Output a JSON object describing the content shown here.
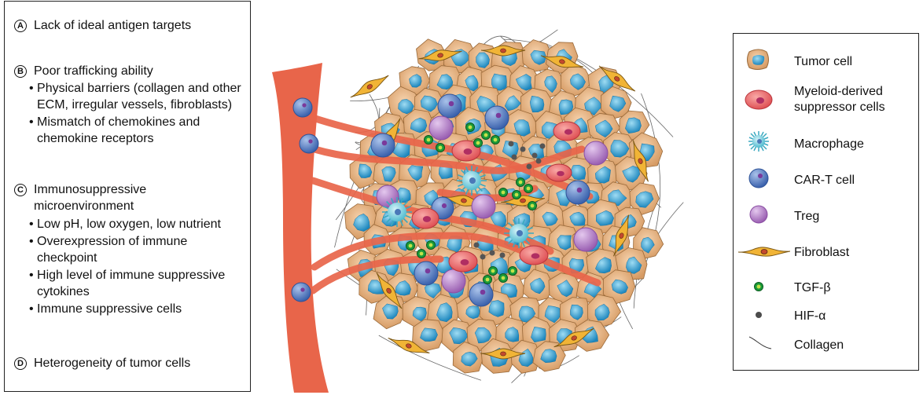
{
  "factors": [
    {
      "letter": "A",
      "title": "Lack of ideal antigen targets",
      "bullets": []
    },
    {
      "letter": "B",
      "title": "Poor trafficking ability",
      "bullets": [
        "• Physical barriers (collagen and other ECM, irregular vessels, fibroblasts)",
        "• Mismatch of chemokines and chemokine receptors"
      ]
    },
    {
      "letter": "C",
      "title": "Immunosuppressive microenvironment",
      "bullets": [
        "• Low pH, low oxygen, low nutrient",
        "• Overexpression of immune checkpoint",
        "• High level of immune suppressive cytokines",
        "• Immune suppressive cells"
      ]
    },
    {
      "letter": "D",
      "title": "Heterogeneity of tumor cells",
      "bullets": []
    }
  ],
  "legend": [
    {
      "label": "Tumor cell",
      "icon": "tumor-cell-icon"
    },
    {
      "label": "Myeloid-derived suppressor cells",
      "icon": "mdsc-icon"
    },
    {
      "label": "Macrophage",
      "icon": "macrophage-icon"
    },
    {
      "label": "CAR-T cell",
      "icon": "car-t-cell-icon"
    },
    {
      "label": "Treg",
      "icon": "treg-icon"
    },
    {
      "label": "Fibroblast",
      "icon": "fibroblast-icon"
    },
    {
      "label": "TGF-β",
      "icon": "tgf-beta-icon"
    },
    {
      "label": "HIF-α",
      "icon": "hif-alpha-icon"
    },
    {
      "label": "Collagen",
      "icon": "collagen-icon"
    }
  ],
  "colors": {
    "vessel": "#e8654a",
    "tumor_outer": "#e9b98a",
    "tumor_inner": "#36a7d6",
    "mdsc": "#ea5b5f",
    "macrophage": "#66c9da",
    "car_t": "#4d76c0",
    "treg": "#b27cc4",
    "fibroblast": "#f1b436",
    "tgf": "#1a9b3a",
    "hif": "#555555"
  }
}
